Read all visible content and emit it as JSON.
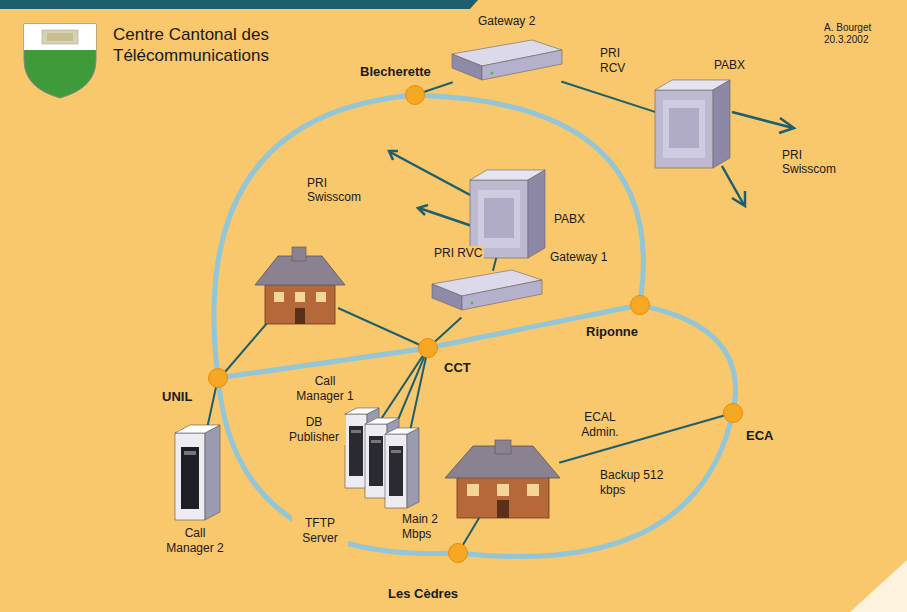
{
  "diagram": {
    "title": "Centre Cantonal des Télécommunications",
    "nodes": [
      {
        "text": [
          "Gateway 2"
        ]
      },
      {
        "text": [
          "Blecherette"
        ]
      },
      {
        "text": [
          "PABX"
        ]
      },
      {
        "text": [
          "PABX"
        ]
      },
      {
        "text": [
          "Gateway 1"
        ]
      },
      {
        "text": [
          "Riponne"
        ]
      },
      {
        "text": [
          "UNIL"
        ]
      },
      {
        "text": [
          "CCT"
        ]
      },
      {
        "text": [
          "Call Manager 1"
        ]
      },
      {
        "text": [
          "DB Publisher"
        ]
      },
      {
        "text": [
          "TFTP Server"
        ]
      },
      {
        "text": [
          "Call Manager 2"
        ]
      },
      {
        "text": [
          "ECAL Admin."
        ]
      },
      {
        "text": [
          "ECA"
        ]
      },
      {
        "text": [
          "Les Cèdres"
        ]
      }
    ],
    "edges": [
      {
        "from": 1,
        "to": 0,
        "arrow": "none"
      },
      {
        "from": 0,
        "to": 2,
        "label": "PRI RCV",
        "arrow": "none"
      },
      {
        "from": 3,
        "to": 4,
        "label": "PRI RVC",
        "arrow": "none"
      },
      {
        "from": 4,
        "to": 7,
        "arrow": "none"
      },
      {
        "from": 6,
        "to": 7,
        "arrow": "none"
      },
      {
        "from": 7,
        "to": 5,
        "arrow": "none"
      },
      {
        "from": 1,
        "to": 6,
        "arrow": "none"
      },
      {
        "from": 1,
        "to": 5,
        "arrow": "none"
      },
      {
        "from": 6,
        "to": 14,
        "arrow": "none"
      },
      {
        "from": 5,
        "to": 13,
        "arrow": "none"
      },
      {
        "from": 13,
        "to": 14,
        "arrow": "none"
      },
      {
        "from": 6,
        "to": 11,
        "arrow": "none"
      },
      {
        "from": 7,
        "to": 8,
        "arrow": "none"
      },
      {
        "from": 7,
        "to": 9,
        "arrow": "none"
      },
      {
        "from": 7,
        "to": 10,
        "arrow": "none"
      },
      {
        "from": 12,
        "to": 14,
        "label": "Main 2 Mbps",
        "arrow": "none"
      },
      {
        "from": 12,
        "to": 13,
        "label": "Backup 512 kbps",
        "arrow": "none"
      }
    ],
    "labels": [
      "A. Bourget 20.3.2002",
      "PRI Swisscom",
      "PRI Swisscom"
    ]
  }
}
